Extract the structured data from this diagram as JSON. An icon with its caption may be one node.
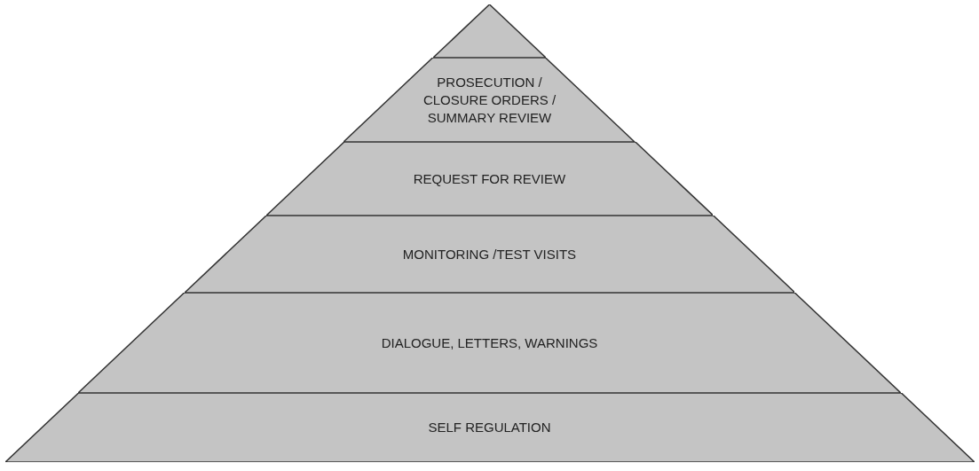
{
  "diagram": {
    "nodes": [
      {
        "text": [],
        "shape": "triangle"
      },
      {
        "text": [
          "PROSECUTION / CLOSURE ORDERS / SUMMARY REVIEW"
        ]
      },
      {
        "text": [
          "REQUEST FOR REVIEW"
        ]
      },
      {
        "text": [
          "MONITORING /TEST VISITS"
        ]
      },
      {
        "text": [
          "DIALOGUE, LETTERS, WARNINGS"
        ]
      },
      {
        "text": [
          "SELF REGULATION"
        ]
      }
    ]
  }
}
